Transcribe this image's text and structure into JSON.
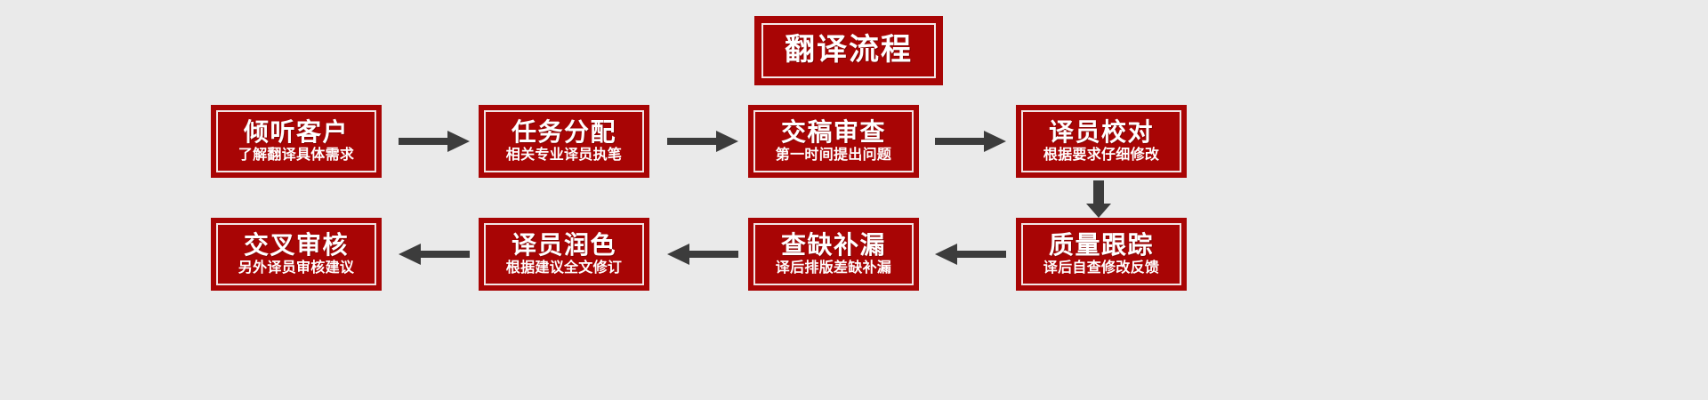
{
  "diagram": {
    "title": "翻译流程",
    "background_color": "#eaeaea",
    "box_color": "#a80505",
    "arrow_color": "#3c3c3c",
    "text_color": "#ffffff",
    "steps": [
      {
        "id": 1,
        "title": "倾听客户",
        "subtitle": "了解翻译具体需求"
      },
      {
        "id": 2,
        "title": "任务分配",
        "subtitle": "相关专业译员执笔"
      },
      {
        "id": 3,
        "title": "交稿审查",
        "subtitle": "第一时间提出问题"
      },
      {
        "id": 4,
        "title": "译员校对",
        "subtitle": "根据要求仔细修改"
      },
      {
        "id": 5,
        "title": "质量跟踪",
        "subtitle": "译后自查修改反馈"
      },
      {
        "id": 6,
        "title": "查缺补漏",
        "subtitle": "译后排版差缺补漏"
      },
      {
        "id": 7,
        "title": "译员润色",
        "subtitle": "根据建议全文修订"
      },
      {
        "id": 8,
        "title": "交叉审核",
        "subtitle": "另外译员审核建议"
      }
    ],
    "connectors": [
      {
        "id": "arrow-1",
        "direction": "right",
        "from": 1,
        "to": 2
      },
      {
        "id": "arrow-2",
        "direction": "right",
        "from": 2,
        "to": 3
      },
      {
        "id": "arrow-3",
        "direction": "right",
        "from": 3,
        "to": 4
      },
      {
        "id": "arrow-down",
        "direction": "down",
        "from": 4,
        "to": 5
      },
      {
        "id": "arrow-4",
        "direction": "left",
        "from": 5,
        "to": 6
      },
      {
        "id": "arrow-5",
        "direction": "left",
        "from": 6,
        "to": 7
      },
      {
        "id": "arrow-6",
        "direction": "left",
        "from": 7,
        "to": 8
      }
    ]
  }
}
